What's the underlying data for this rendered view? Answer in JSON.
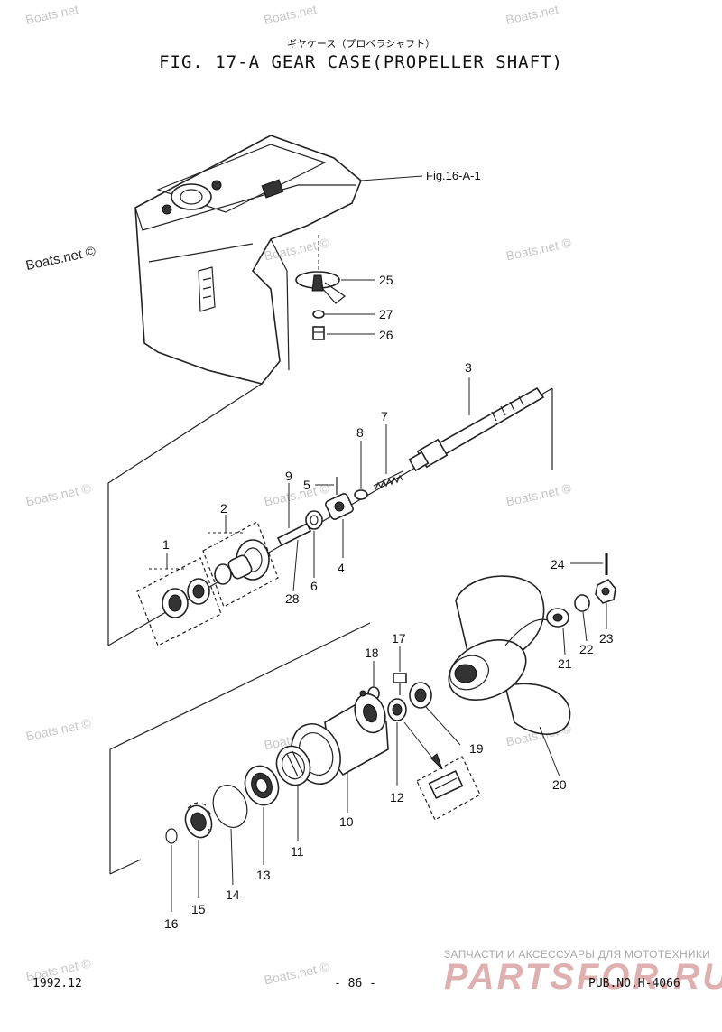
{
  "header": {
    "jp_title": "ギヤケース（プロペラシャフト）",
    "title": "FIG. 17-A GEAR CASE(PROPELLER SHAFT)"
  },
  "reference": "Fig.16-A-1",
  "callouts": [
    "1",
    "2",
    "3",
    "4",
    "5",
    "6",
    "7",
    "8",
    "9",
    "10",
    "11",
    "12",
    "13",
    "14",
    "15",
    "16",
    "17",
    "18",
    "19",
    "20",
    "21",
    "22",
    "23",
    "24",
    "25",
    "26",
    "27",
    "28"
  ],
  "footer": {
    "date": "1992.12",
    "page": "- 86 -",
    "pub": "PUB.NO.H-4066"
  },
  "watermarks": {
    "brand": "Boats.net",
    "brand_c": "Boats.net ©",
    "promo": "ЗАПЧАСТИ И АКСЕССУАРЫ ДЛЯ МОТОТЕХНИКИ",
    "logo": "PARTSFOR.RU"
  }
}
